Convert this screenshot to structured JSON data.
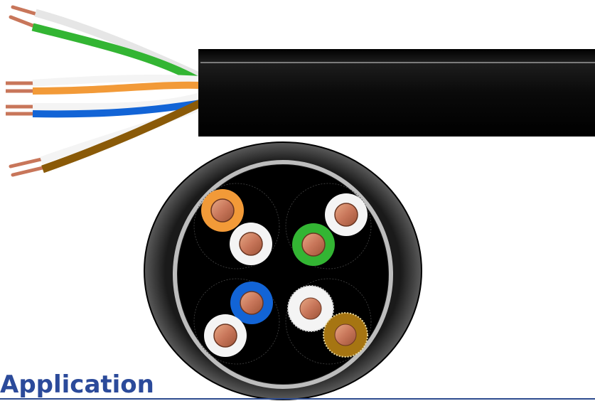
{
  "heading": {
    "text": "Application"
  },
  "colors": {
    "heading_text": "#2b4a9a",
    "rule": "#2c4a8e",
    "jacket": "#0d0d0d",
    "jacket_rim": "#4a4a4a",
    "inner_ring": "#bdbdbd",
    "copper": "#c8765a",
    "copper_light": "#e8a985",
    "wire_white": "#f4f4f4",
    "wire_green": "#33b533",
    "wire_orange": "#f29a38",
    "wire_blue": "#1264d6",
    "wire_brown": "#8a5a08"
  },
  "cable_side_view": {
    "conductors": [
      {
        "name": "white-orange-wire",
        "color": "wire_white"
      },
      {
        "name": "green-wire",
        "color": "wire_green"
      },
      {
        "name": "white-blue-wire",
        "color": "wire_white"
      },
      {
        "name": "orange-wire",
        "color": "wire_orange"
      },
      {
        "name": "white-brown-wire",
        "color": "wire_white"
      },
      {
        "name": "blue-wire",
        "color": "wire_blue"
      },
      {
        "name": "white-green-wire",
        "color": "wire_white"
      },
      {
        "name": "brown-wire",
        "color": "wire_brown"
      }
    ]
  },
  "cross_section": {
    "pairs": [
      {
        "name": "orange-pair",
        "insulators": [
          "wire_orange",
          "wire_white"
        ]
      },
      {
        "name": "green-pair",
        "insulators": [
          "wire_white",
          "wire_green"
        ]
      },
      {
        "name": "blue-pair",
        "insulators": [
          "wire_blue",
          "wire_white"
        ]
      },
      {
        "name": "brown-pair",
        "insulators": [
          "wire_white",
          "wire_brown"
        ]
      }
    ]
  }
}
